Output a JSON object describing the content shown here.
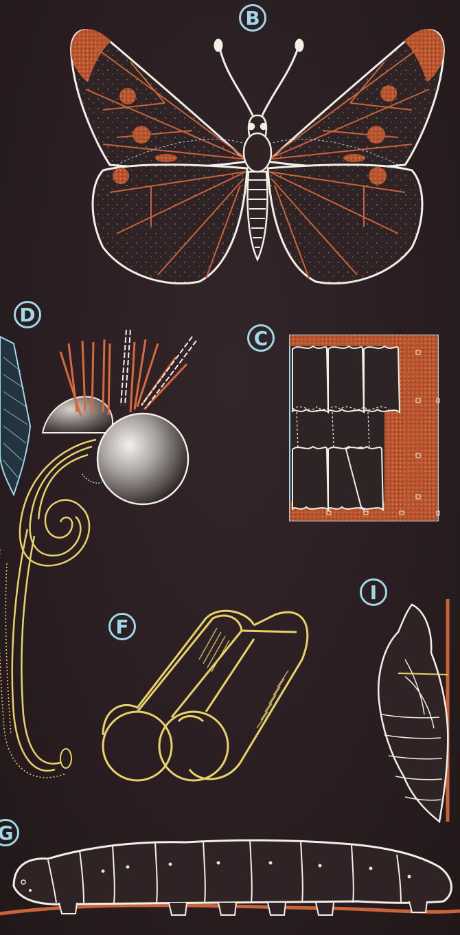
{
  "poster": {
    "labels": {
      "b": "B",
      "c": "C",
      "d": "D",
      "f": "F",
      "g": "G",
      "i": "I"
    }
  },
  "colors": {
    "background": "#2b1f22",
    "white_line": "#f2efe6",
    "orange": "#c9643a",
    "yellow": "#e8d36a",
    "cyan": "#9fd8e8"
  }
}
